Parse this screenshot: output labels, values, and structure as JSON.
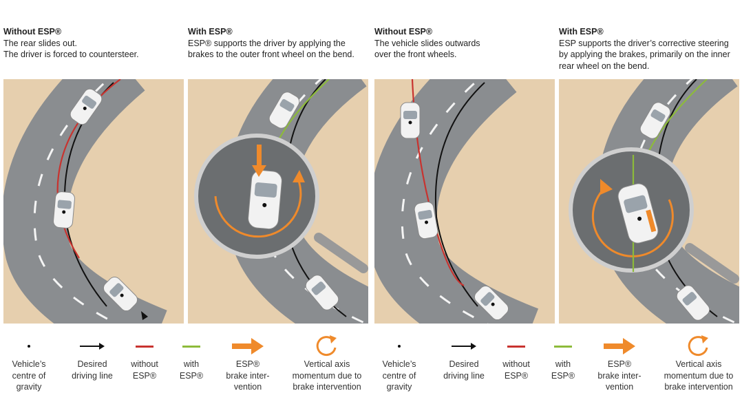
{
  "captions": [
    {
      "title": "Without ESP®",
      "lines": "The rear slides out.\nThe driver is forced to countersteer."
    },
    {
      "title": "With ESP®",
      "lines": "ESP® supports the driver by applying the\nbrakes to the outer front wheel on the bend."
    },
    {
      "title": "Without ESP®",
      "lines": "The vehicle slides outwards\nover the front wheels."
    },
    {
      "title": "With ESP®",
      "lines": "ESP supports the driver’s corrective steering\nby applying the brakes, primarily on the inner\nrear wheel on the bend."
    }
  ],
  "legend": [
    {
      "icon": "dot-icon",
      "label": "Vehicle’s\ncentre of\ngravity"
    },
    {
      "icon": "black-arrow-icon",
      "label": "Desired\ndriving line"
    },
    {
      "icon": "red-line-icon",
      "label": "without\nESP®"
    },
    {
      "icon": "green-line-icon",
      "label": "with\nESP®"
    },
    {
      "icon": "orange-arrow-icon",
      "label": "ESP®\nbrake inter-\nvention"
    },
    {
      "icon": "rotation-arrow-icon",
      "label": "Vertical axis\nmomentum due to\nbrake intervention"
    }
  ],
  "colors": {
    "sand": "#e6cfae",
    "road": "#8a8d90",
    "red_line": "#c8332f",
    "green_line": "#8dbb3a",
    "orange": "#ef8a2b",
    "black_line": "#111111"
  }
}
